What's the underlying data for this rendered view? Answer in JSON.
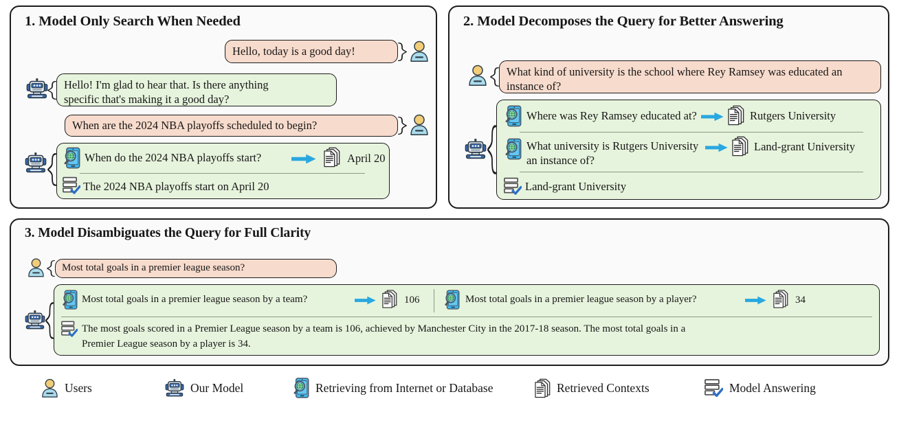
{
  "figure": {
    "panels": [
      {
        "id": "panel-1",
        "title": "1. Model Only Search When Needed",
        "turns": [
          {
            "role": "user",
            "text": "Hello, today is a good day!"
          },
          {
            "role": "model",
            "text": "Hello! I'm glad to hear that. Is there anything\nspecific that's making it a good day?"
          },
          {
            "role": "user",
            "text": "When are the 2024 NBA playoffs scheduled to begin?"
          }
        ],
        "search_card": {
          "queries": [
            {
              "query": "When do the 2024 NBA playoffs start?",
              "result": "April 20"
            }
          ],
          "answer": "The 2024 NBA playoffs start on April 20"
        }
      },
      {
        "id": "panel-2",
        "title": "2. Model Decomposes the Query for Better Answering",
        "turns": [
          {
            "role": "user",
            "text": "What kind of university is the school where Rey Ramsey was educated an\ninstance of?"
          }
        ],
        "search_card": {
          "queries": [
            {
              "query": "Where was Rey Ramsey educated at?",
              "result": "Rutgers University"
            },
            {
              "query": "What university is Rutgers University\nan instance of?",
              "result": "Land-grant University"
            }
          ],
          "answer": "Land-grant University"
        }
      },
      {
        "id": "panel-3",
        "title": "3. Model Disambiguates the Query for Full Clarity",
        "turns": [
          {
            "role": "user",
            "text": "Most total goals in a premier league season?"
          }
        ],
        "search_card": {
          "queries": [
            {
              "query": "Most total goals in a premier league season by a team?",
              "result": "106"
            },
            {
              "query": "Most total goals in a premier league season by a player?",
              "result": "34"
            }
          ],
          "answer": "The most goals scored in a Premier League season by a team is 106, achieved by Manchester City in the 2017-18 season. The most total goals in a\nPremier League season by a player is 34."
        }
      }
    ],
    "legend": [
      {
        "icon": "user-icon",
        "label": "Users"
      },
      {
        "icon": "robot-icon",
        "label": "Our Model"
      },
      {
        "icon": "phone-search-icon",
        "label": "Retrieving from Internet or Database"
      },
      {
        "icon": "documents-icon",
        "label": "Retrieved Contexts"
      },
      {
        "icon": "answer-check-icon",
        "label": "Model Answering"
      }
    ],
    "colors": {
      "user_bubble": "#f7dbcc",
      "model_bubble": "#e7f4dd",
      "panel_bg": "#fafafa",
      "border": "#1c1c1c",
      "arrow": "#29a8e0",
      "divider": "#8a9a80",
      "robot_blue": "#3b6aa8",
      "user_head": "#f2cd78",
      "user_body": "#a9dced",
      "check_blue": "#2d6fc4"
    }
  }
}
